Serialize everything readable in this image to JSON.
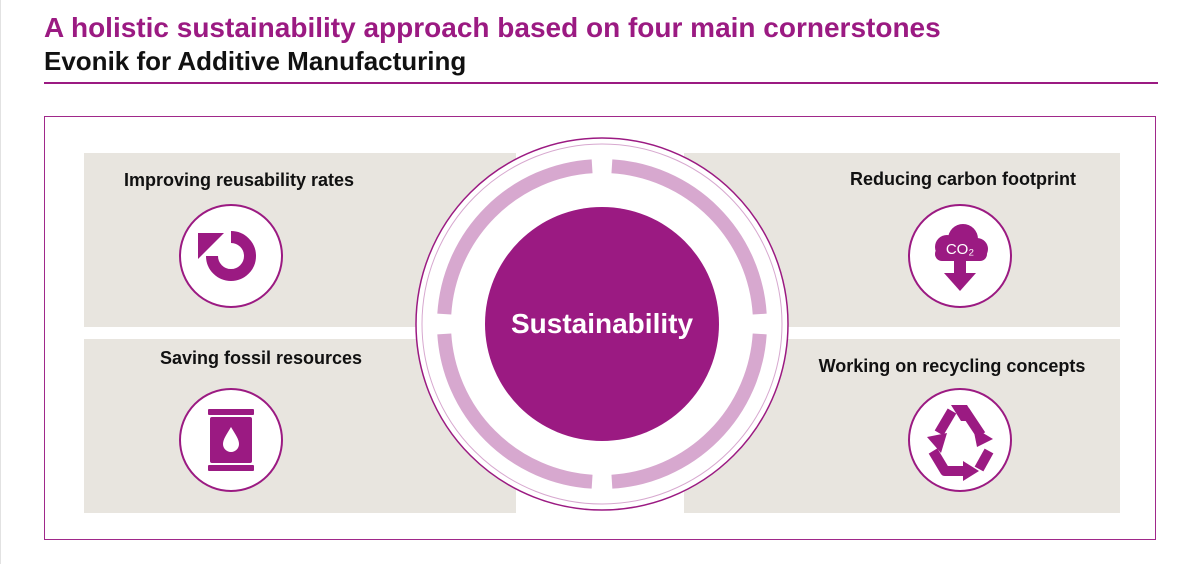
{
  "header": {
    "title": "A holistic sustainability approach based on four main cornerstones",
    "subtitle": "Evonik for Additive Manufacturing"
  },
  "center": {
    "label": "Sustainability"
  },
  "cornerstones": [
    {
      "label": "Improving reusability rates",
      "icon": "circular-arrow-icon"
    },
    {
      "label": "Reducing carbon footprint",
      "icon": "co2-cloud-down-icon",
      "icon_text": "CO₂"
    },
    {
      "label": "Saving fossil resources",
      "icon": "oil-barrel-icon"
    },
    {
      "label": "Working on recycling concepts",
      "icon": "recycle-icon"
    }
  ],
  "colors": {
    "brand_purple": "#9b1a82",
    "ring_light_purple": "#d7a8cf",
    "panel_beige": "#e8e5df"
  }
}
